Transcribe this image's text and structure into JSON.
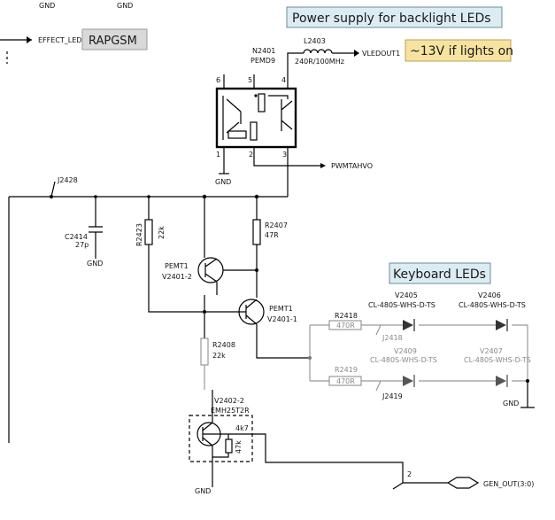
{
  "labels": {
    "gnd_top_left": "GND",
    "gnd_top_mid": "GND",
    "effect_led": "EFFECT_LED",
    "rapgsm": "RAPGSM",
    "title_power": "Power supply for backlight LEDs",
    "n2401_ref": "N2401",
    "n2401_val": "PEMD9",
    "l2403_ref": "L2403",
    "l2403_val": "240R/100MHz",
    "vledout": "VLEDOUT1",
    "note_13v": "~13V if lights on",
    "pin6": "6",
    "pin5": "5",
    "pin4": "4",
    "pin1": "1",
    "pin2": "2",
    "pin3": "3",
    "gnd_n2401": "GND",
    "pwmtahvo": "PWMTAHVO",
    "j2428": "J2428",
    "c2414_ref": "C2414",
    "c2414_val": "27p",
    "gnd_c2414": "GND",
    "r2423_ref": "R2423",
    "r2423_val": "22k",
    "r2407_ref": "R2407",
    "r2407_val": "47R",
    "pemt1_a_ref": "PEMT1",
    "pemt1_a_val": "V2401-2",
    "pemt1_b_ref": "PEMT1",
    "pemt1_b_val": "V2401-1",
    "r2408_ref": "R2408",
    "r2408_val": "22k",
    "v2402_ref": "V2402-2",
    "v2402_val": "EMH25T2R",
    "r_4k7": "4k7",
    "r_47k": "47k",
    "gnd_bottom": "GND",
    "title_keyboard": "Keyboard LEDs",
    "v2405_ref": "V2405",
    "v2405_val": "CL-480S-WHS-D-TS",
    "v2406_ref": "V2406",
    "v2406_val": "CL-480S-WHS-D-TS",
    "r2418_ref": "R2418",
    "r2418_val": "470R",
    "j2418": "J2418",
    "v2409_ref": "V2409",
    "v2409_val": "CL-480S-WHS-D-TS",
    "v2407_ref": "V2407",
    "v2407_val": "CL-480S-WHS-D-TS",
    "r2419_ref": "R2419",
    "r2419_val": "470R",
    "j2419": "J2419",
    "gnd_right": "GND",
    "bus_index": "2",
    "gen_out": "GEN_OUT(3:0)"
  },
  "colors": {
    "title_box_fill": "#dbecf3",
    "title_box_stroke": "#6a8c9a",
    "rapgsm_fill": "#d9d9d9",
    "note_fill": "#f7e3a0",
    "note_stroke": "#b9a25a",
    "wire": "#000000",
    "grey_wire": "#999999"
  }
}
